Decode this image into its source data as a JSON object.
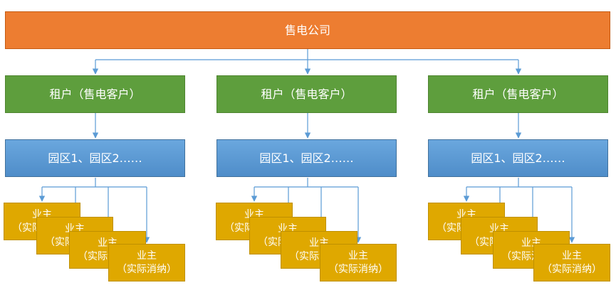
{
  "company": {
    "label": "售电公司"
  },
  "groups": [
    {
      "tenant": "租户（售电客户）",
      "parks": "园区1、园区2……",
      "owners": [
        {
          "line1": "业主",
          "line2": "（实际消纳）"
        },
        {
          "line1": "业主",
          "line2": "（实际消纳）"
        },
        {
          "line1": "业主",
          "line2": "（实际消纳）"
        },
        {
          "line1": "业主",
          "line2": "（实际消纳）"
        }
      ]
    },
    {
      "tenant": "租户（售电客户）",
      "parks": "园区1、园区2……",
      "owners": [
        {
          "line1": "业主",
          "line2": "（实际消纳）"
        },
        {
          "line1": "业主",
          "line2": "（实际消纳）"
        },
        {
          "line1": "业主",
          "line2": "（实际消纳）"
        },
        {
          "line1": "业主",
          "line2": "（实际消纳）"
        }
      ]
    },
    {
      "tenant": "租户（售电客户）",
      "parks": "园区1、园区2……",
      "owners": [
        {
          "line1": "业主",
          "line2": "（实际消纳）"
        },
        {
          "line1": "业主",
          "line2": "（实际消纳）"
        },
        {
          "line1": "业主",
          "line2": "（实际消纳）"
        },
        {
          "line1": "业主",
          "line2": "（实际消纳）"
        }
      ]
    }
  ],
  "colors": {
    "company": "#ED7D31",
    "tenant": "#5E9E3D",
    "park": "#5B9BD5",
    "owner": "#DFA800",
    "connector": "#5B9BD5"
  }
}
